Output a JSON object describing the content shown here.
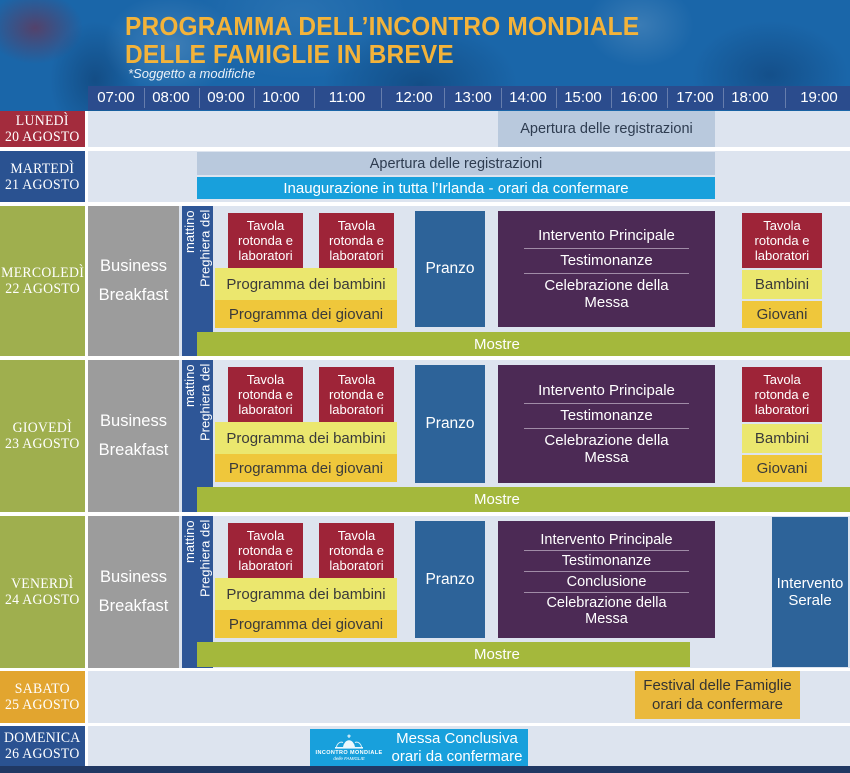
{
  "header": {
    "title": "PROGRAMMA DELL’INCONTRO MONDIALE\nDELLE FAMIGLIE IN BREVE",
    "disclaimer": "*Soggetto a modifiche"
  },
  "timeline": {
    "times": [
      "07:00",
      "08:00",
      "09:00",
      "10:00",
      "11:00",
      "12:00",
      "13:00",
      "14:00",
      "15:00",
      "16:00",
      "17:00",
      "18:00",
      "19:00"
    ]
  },
  "days": [
    {
      "name": "LUNEDÌ\n20 AGOSTO"
    },
    {
      "name": "MARTEDÌ\n21 AGOSTO"
    },
    {
      "name": "MERCOLEDÌ\n22 AGOSTO"
    },
    {
      "name": "GIOVEDÌ\n23 AGOSTO"
    },
    {
      "name": "VENERDÌ\n24 AGOSTO"
    },
    {
      "name": "SABATO\n25 AGOSTO"
    },
    {
      "name": "DOMENICA\n26 AGOSTO"
    }
  ],
  "events": {
    "apertura": "Apertura delle registrazioni",
    "inaugurazione": "Inaugurazione in tutta l’Irlanda - orari da confermare",
    "business_breakfast": "Business\nBreakfast",
    "preghiera": "Preghiera del\nmattino",
    "tavola": "Tavola\nrotonda e\nlaboratori",
    "programma_bambini": "Programma dei bambini",
    "programma_giovani": "Programma dei giovani",
    "bambini": "Bambini",
    "giovani": "Giovani",
    "pranzo": "Pranzo",
    "intervento_principale": "Intervento Principale",
    "testimonanze": "Testimonanze",
    "conclusione": "Conclusione",
    "celebrazione_messa": "Celebrazione della Messa",
    "mostre": "Mostre",
    "intervento_serale": "Intervento\nSerale",
    "festival": "Festival delle Famiglie\norari da confermare",
    "messa_conclusiva": "Messa Conclusiva\norari da confermare"
  },
  "logo": {
    "line1": "INCONTRO MONDIALE",
    "line2": "delle FAMIGLIE"
  },
  "colors": {
    "accent_gold": "#F3B33A",
    "axis_blue": "#2B4C8D",
    "row_bg": "#DDE4EF",
    "cyan": "#18A0DC",
    "purple": "#4C2A55",
    "tavola_red": "#9E2438",
    "mostre_green": "#A4B83C",
    "day_green": "#9FAF4E",
    "pranzo_blue": "#2D6399"
  }
}
